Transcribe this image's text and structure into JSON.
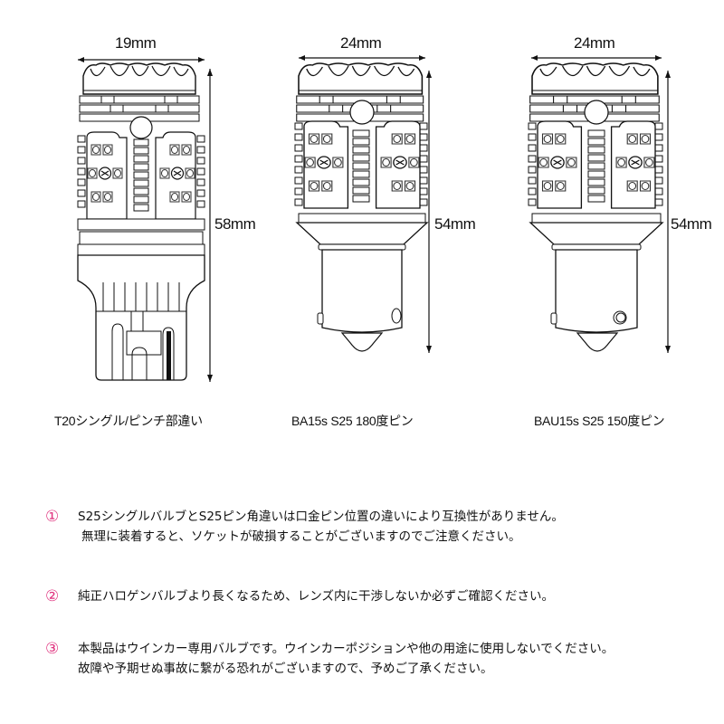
{
  "bulbs": [
    {
      "id": "t20",
      "width_label": "19mm",
      "height_label": "58mm",
      "caption": "T20シングル/ピンチ部違い",
      "base_type": "wedge"
    },
    {
      "id": "ba15s",
      "width_label": "24mm",
      "height_label": "54mm",
      "caption": "BA15s S25 180度ピン",
      "base_type": "bayonet-180"
    },
    {
      "id": "bau15s",
      "width_label": "24mm",
      "height_label": "54mm",
      "caption": "BAU15s S25 150度ピン",
      "base_type": "bayonet-150"
    }
  ],
  "notes": [
    {
      "marker": "①",
      "lines": [
        "S25シングルバルブとS25ピン角違いは口金ピン位置の違いにより互換性がありません。",
        "無理に装着すると、ソケットが破損することがございますのでご注意ください。"
      ]
    },
    {
      "marker": "②",
      "lines": [
        "純正ハロゲンバルブより長くなるため、レンズ内に干渉しないか必ずご確認ください。"
      ]
    },
    {
      "marker": "③",
      "lines": [
        "本製品はウインカー専用バルブです。ウインカーポジションや他の用途に使用しないでください。",
        "故障や予期せぬ事故に繋がる恐れがございますので、予めご了承ください。"
      ]
    }
  ],
  "colors": {
    "marker": "#e0337f",
    "line": "#111111",
    "background": "#ffffff"
  }
}
